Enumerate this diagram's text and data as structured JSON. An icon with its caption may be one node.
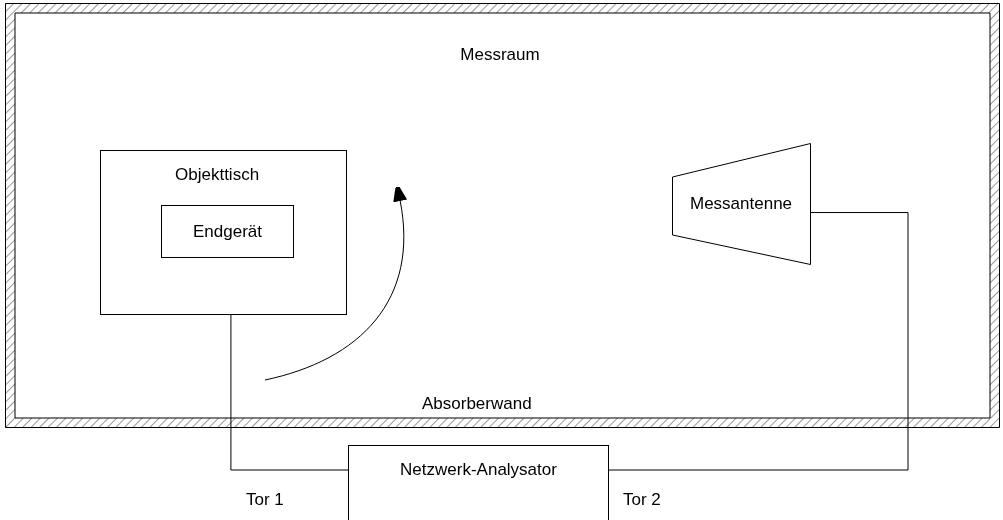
{
  "diagram": {
    "nodes": [
      {
        "text": [
          "Messraum"
        ]
      },
      {
        "text": [
          "Objekttisch"
        ],
        "in": 0
      },
      {
        "text": [
          "Endgerät"
        ],
        "in": 1
      },
      {
        "text": [
          "Messantenne"
        ],
        "in": 0
      },
      {
        "text": [
          "Netzwerk-Analysator"
        ]
      }
    ],
    "edges": [
      {
        "from": 1,
        "to": 4,
        "arrow": "none",
        "label": "Tor 1"
      },
      {
        "from": 3,
        "to": 4,
        "arrow": "none",
        "label": "Tor 2"
      }
    ],
    "labels": [
      "Absorberwand"
    ]
  }
}
